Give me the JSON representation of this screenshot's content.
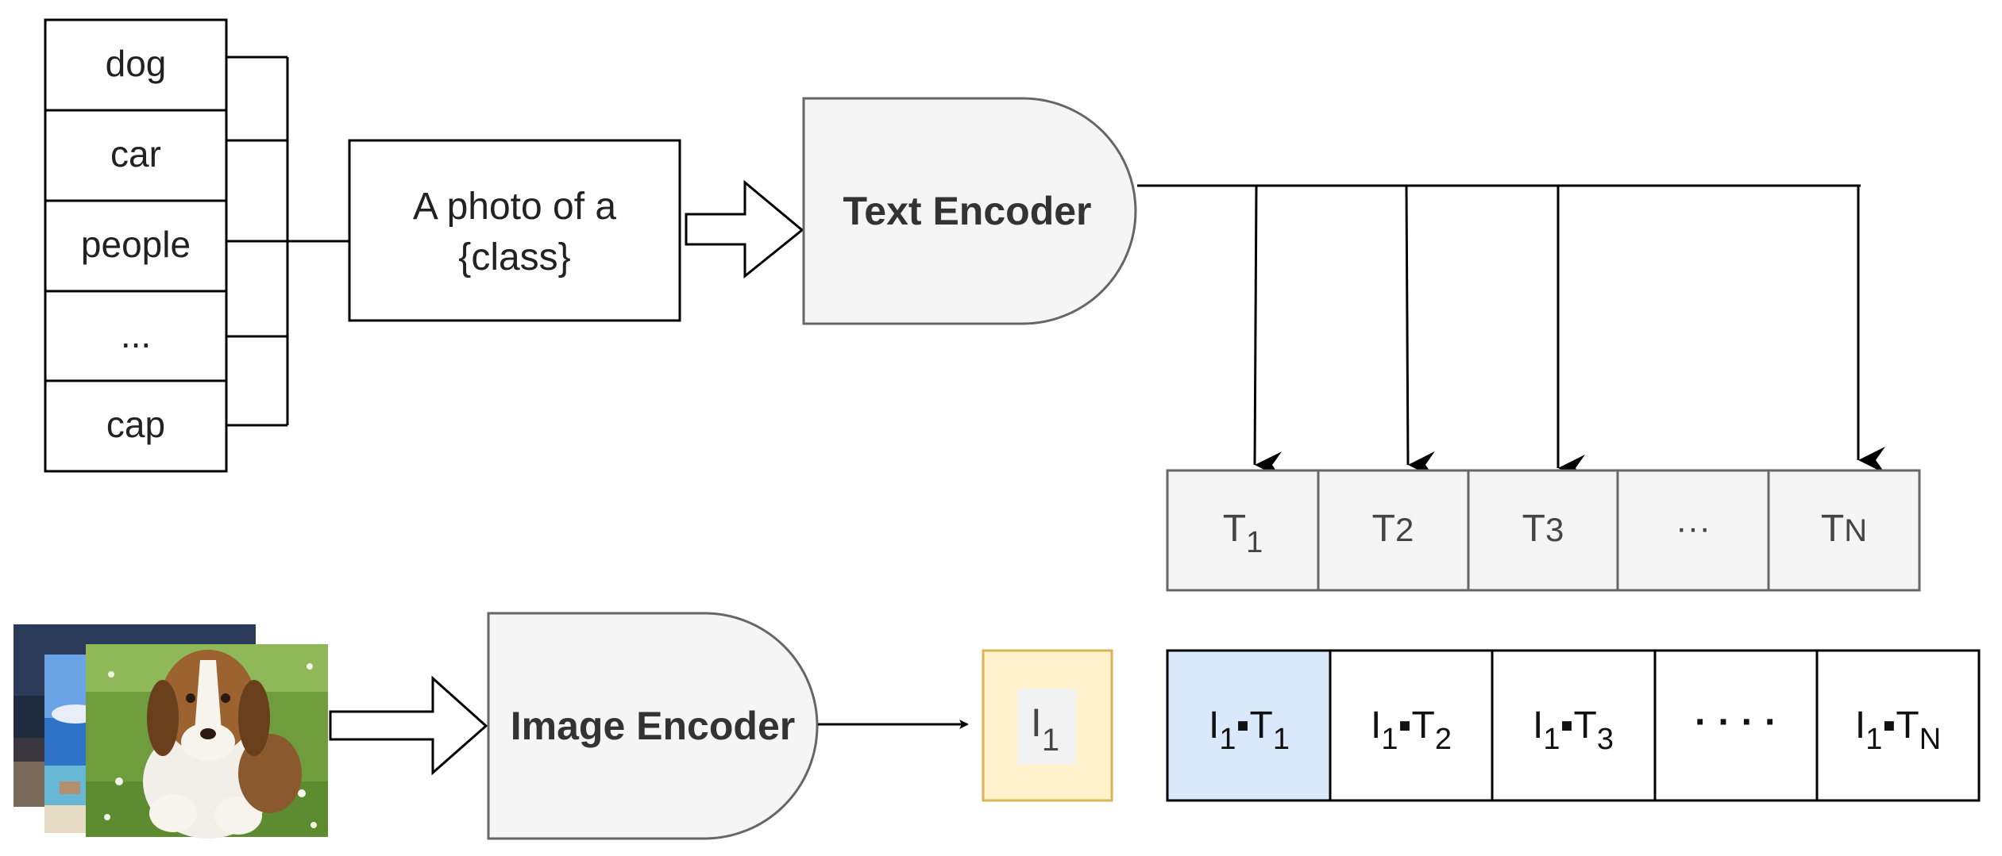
{
  "classes": [
    "dog",
    "car",
    "people",
    "...",
    "cap"
  ],
  "prompt": {
    "line1": "A photo of a",
    "line2": "{class}"
  },
  "text_encoder": {
    "label": "Text Encoder"
  },
  "image_encoder": {
    "label": "Image Encoder"
  },
  "text_features": [
    {
      "base": "T",
      "sub": "1"
    },
    {
      "base": "T",
      "sub": "2"
    },
    {
      "base": "T",
      "sub": "3"
    },
    {
      "base": "···",
      "sub": ""
    },
    {
      "base": "T",
      "sub": "N"
    }
  ],
  "image_feature": {
    "base": "I",
    "sub": "1"
  },
  "similarities": [
    {
      "a": "I",
      "a_sub": "1",
      "dot": "▪",
      "b": "T",
      "b_sub": "1"
    },
    {
      "a": "I",
      "a_sub": "1",
      "dot": "▪",
      "b": "T",
      "b_sub": "2"
    },
    {
      "a": "I",
      "a_sub": "1",
      "dot": "▪",
      "b": "T",
      "b_sub": "3"
    },
    {
      "a": "· · · ·",
      "a_sub": "",
      "dot": "",
      "b": "",
      "b_sub": ""
    },
    {
      "a": "I",
      "a_sub": "1",
      "dot": "▪",
      "b": "T",
      "b_sub": "N"
    }
  ],
  "colors": {
    "encoder_fill": "#f5f5f5",
    "encoder_stroke": "#666666",
    "feature_fill": "#f5f5f5",
    "image_feature_fill": "#fff2cc",
    "image_feature_stroke": "#d6b656",
    "highlight_fill": "#dae8fc"
  }
}
